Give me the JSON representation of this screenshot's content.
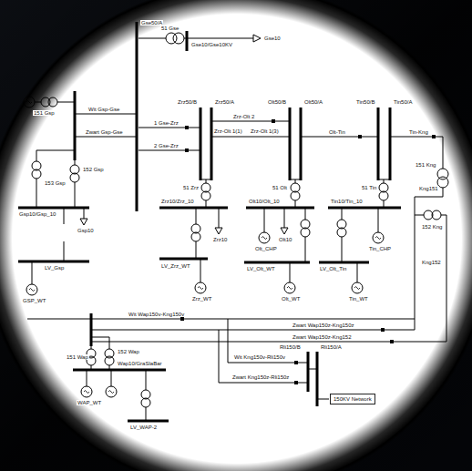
{
  "diagram": {
    "nodes": [
      {
        "text": [
          "150KV Network"
        ]
      }
    ],
    "edges": [],
    "labels": [
      "Gse50/A",
      "51 Gse",
      "Gse10",
      "Gse10/Gse10KV",
      "Wit Gsp-Gse",
      "Zwart Gsp-Gse",
      "1 Gse-Zrz",
      "2 Gse-Zrz",
      "Zrz50/B",
      "Zrz50/A",
      "Zrz-Olt 2",
      "Zrz-Olt 1(1)",
      "Zrz-Olt 1(3)",
      "Olt50/B",
      "Olt50/A",
      "Olt-Tin",
      "Tin50/B",
      "Tin50/A",
      "Tin-Kng",
      "151 Kng",
      "Kng151",
      "152 Kng",
      "Kng152",
      "151 Gsp",
      "152 Gsp",
      "153 Gsp",
      "Gsp10/Gsp_10",
      "Gsp10",
      "LV_Gsp",
      "GSP_WT",
      "51 Zrz",
      "Zrz10/Zrz_10",
      "Zrz10",
      "LV_Zrz_WT",
      "Zrz_WT",
      "51 Olt",
      "Olt10/Olt_10",
      "Olt_CHP",
      "Olt10",
      "LV_Olt_WT",
      "Olt_WT",
      "51 Tin",
      "Tin10/Tin_10",
      "Tin_CHP",
      "LV_Olt_Tin",
      "Tin_WT",
      "Wit Wap150v-Kng150v",
      "Zwart Wap150z-Kng150z",
      "Zwart Wap150z-Kng152",
      "151 Wap",
      "152 Wap",
      "Wap10/GraSlaBar",
      "Wit Kng150v-Rli150v",
      "Zwart Kng150z-Rli150z",
      "Rli150/B",
      "Rli150/A",
      "WAP_WT",
      "LV_WAP-2"
    ]
  }
}
